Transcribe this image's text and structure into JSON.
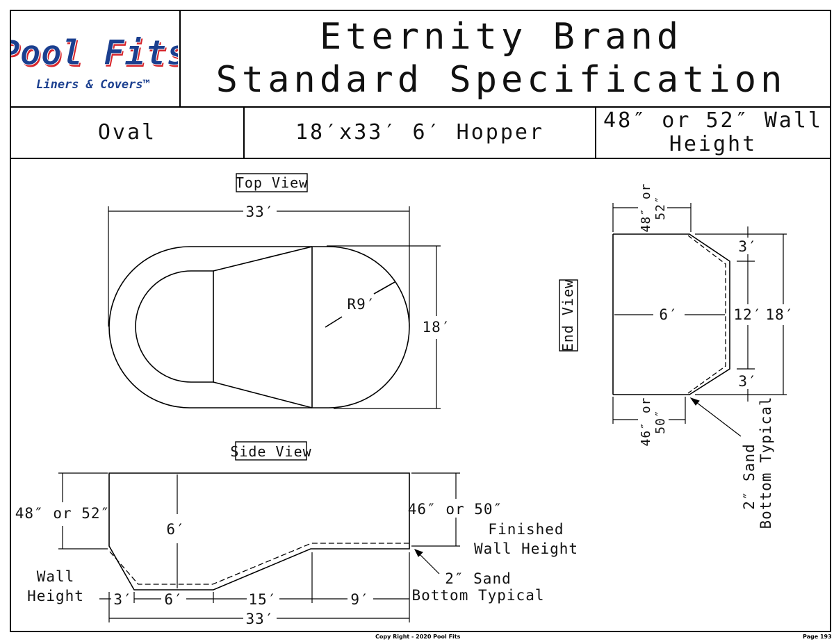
{
  "logo": {
    "brand": "Pool Fits",
    "tagline": "Liners & Covers™",
    "brand_color": "#1b3f8f",
    "accent_color": "#d7262c"
  },
  "title": {
    "line1": "Eternity Brand",
    "line2": "Standard Specification"
  },
  "info_row": {
    "shape": "Oval",
    "size": "18′x33′ 6′ Hopper",
    "wall_height_line1": "48″ or 52″ Wall",
    "wall_height_line2": "Height"
  },
  "top_view": {
    "label": "Top View",
    "length": "33′",
    "width": "18′",
    "radius": "R9′"
  },
  "end_view": {
    "label": "End View",
    "wall_line1": "48″ or",
    "wall_line2": "52″",
    "bottom_wall_line1": "46″ or",
    "bottom_wall_line2": "50″",
    "slope_top": "3′",
    "center": "12′",
    "slope_bottom": "3′",
    "total_width": "18′",
    "depth": "6′",
    "sand_line1": "2″ Sand",
    "sand_line2": "Bottom Typical"
  },
  "side_view": {
    "label": "Side View",
    "left_wall": "48″ or 52″",
    "wall_height_line1": "Wall",
    "wall_height_line2": "Height",
    "depth": "6′",
    "right_wall": "46″ or 50″",
    "finished_line1": "Finished",
    "finished_line2": "Wall Height",
    "sand_line1": "2″ Sand",
    "sand_line2": "Bottom Typical",
    "seg1": "3′",
    "seg2": "6′",
    "seg3": "15′",
    "seg4": "9′",
    "total": "33′"
  },
  "footer": {
    "copyright": "Copy Right - 2020 Pool Fits",
    "page": "Page 193"
  }
}
